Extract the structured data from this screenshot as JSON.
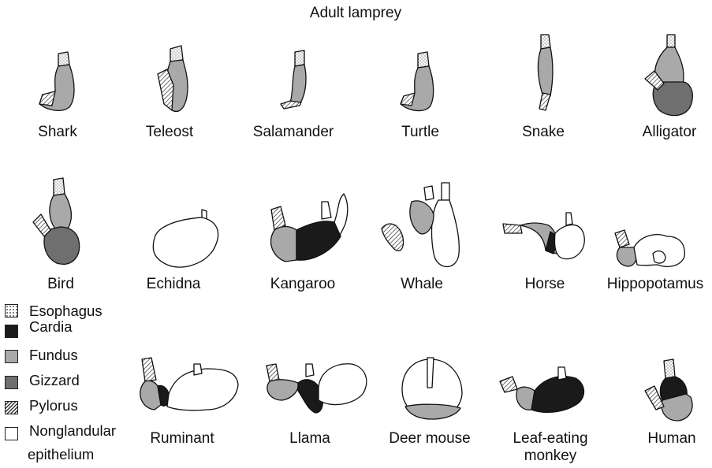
{
  "title": "Adult lamprey",
  "colors": {
    "esophagus": "#ffffff",
    "cardia": "#1a1a1a",
    "fundus": "#a9a9a9",
    "gizzard": "#6f6f6f",
    "pylorus": "hatched",
    "nonglandular": "#ffffff"
  },
  "legend": [
    {
      "key": "esophagus",
      "label": "Esophagus",
      "swatch": "dotted"
    },
    {
      "key": "cardia",
      "label": "Cardia",
      "swatch": "black"
    },
    {
      "key": "fundus",
      "label": "Fundus",
      "swatch": "light-gray"
    },
    {
      "key": "gizzard",
      "label": "Gizzard",
      "swatch": "dark-gray"
    },
    {
      "key": "pylorus",
      "label": "Pylorus",
      "swatch": "hatched"
    },
    {
      "key": "nonglandular",
      "label": "Nonglandular",
      "label2": "epithelium",
      "swatch": "white"
    }
  ],
  "animals": [
    {
      "id": "shark",
      "label": "Shark"
    },
    {
      "id": "teleost",
      "label": "Teleost"
    },
    {
      "id": "salamander",
      "label": "Salamander"
    },
    {
      "id": "turtle",
      "label": "Turtle"
    },
    {
      "id": "snake",
      "label": "Snake"
    },
    {
      "id": "alligator",
      "label": "Alligator"
    },
    {
      "id": "bird",
      "label": "Bird"
    },
    {
      "id": "echidna",
      "label": "Echidna"
    },
    {
      "id": "kangaroo",
      "label": "Kangaroo"
    },
    {
      "id": "whale",
      "label": "Whale"
    },
    {
      "id": "horse",
      "label": "Horse"
    },
    {
      "id": "hippopotamus",
      "label": "Hippopotamus"
    },
    {
      "id": "ruminant",
      "label": "Ruminant"
    },
    {
      "id": "llama",
      "label": "Llama"
    },
    {
      "id": "deer-mouse",
      "label": "Deer mouse"
    },
    {
      "id": "leaf-eating-monkey",
      "label": "Leaf-eating",
      "label2": "monkey"
    },
    {
      "id": "human",
      "label": "Human"
    }
  ]
}
